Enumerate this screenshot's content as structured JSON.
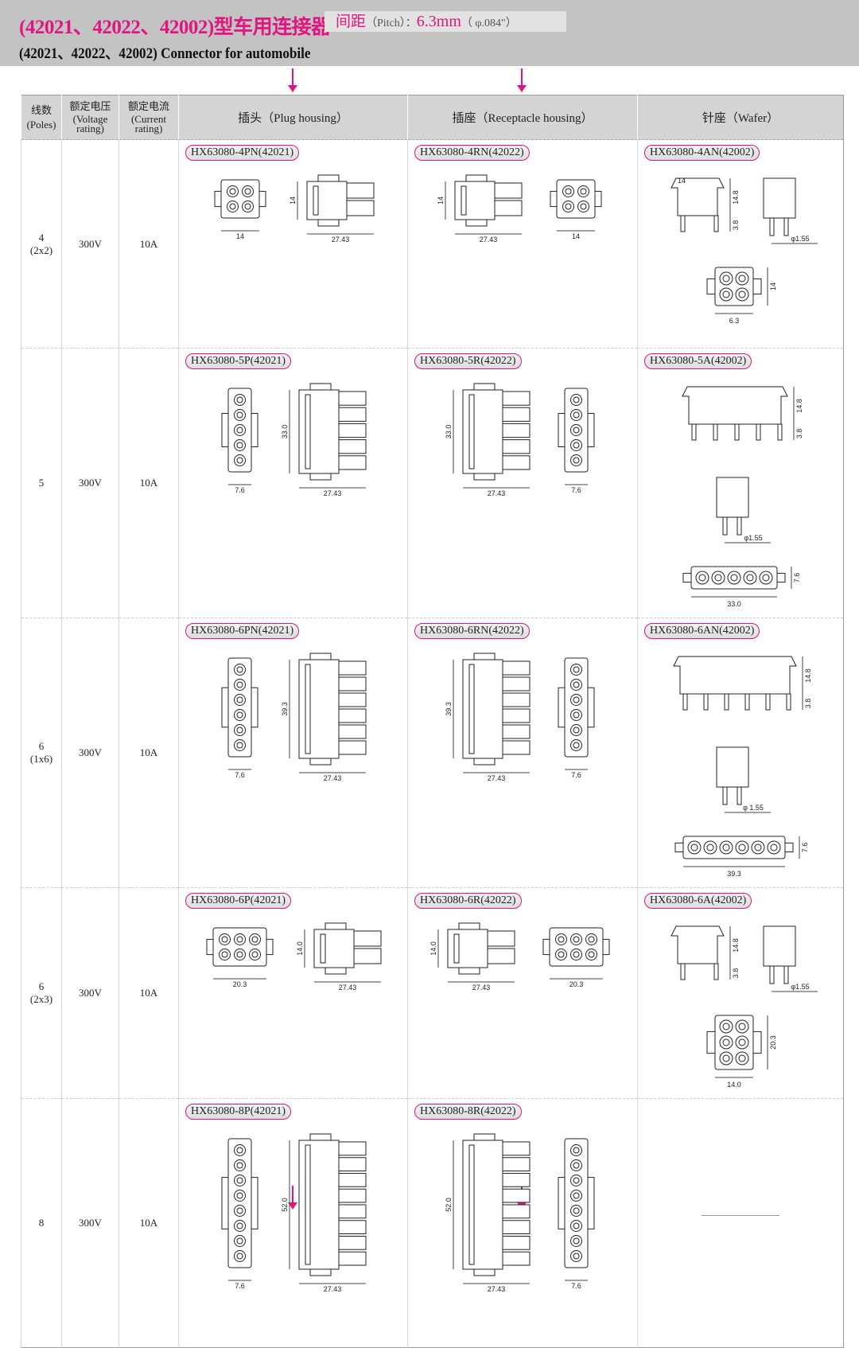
{
  "header": {
    "title_cn": "(42021、42022、42002)型车用连接器",
    "pitch_label_cn": "间距",
    "pitch_label_en": "（Pitch）：",
    "pitch_value": "6.3mm",
    "pitch_inch": "（ φ.084\"）",
    "title_en": "(42021、42022、42002) Connector for automobile"
  },
  "columns": {
    "poles": [
      "线数",
      "(Poles)"
    ],
    "voltage": [
      "额定电压",
      "(Voltage",
      "rating)"
    ],
    "current": [
      "额定电流",
      "(Current",
      "rating)"
    ],
    "plug": "插头（Plug housing）",
    "receptacle": "插座（Receptacle housing）",
    "wafer": "针座（Wafer）"
  },
  "rows": [
    {
      "poles": "4",
      "layout": "(2x2)",
      "voltage": "300V",
      "current": "10A",
      "plug": {
        "part": "HX63080-4PN(42021)",
        "cols": 2,
        "rows": 2,
        "w": "14",
        "h": "14",
        "l": "27.43"
      },
      "receptacle": {
        "part": "HX63080-4RN(42022)",
        "cols": 2,
        "rows": 2,
        "w": "14",
        "h": "14",
        "l": "27.43"
      },
      "wafer": {
        "part": "HX63080-4AN(42002)",
        "cols": 2,
        "rows": 2,
        "top_w": "14",
        "body_h": "14.8",
        "pin_h": "3.8",
        "pin_d": "φ1.55",
        "base_w": "6.3",
        "base_h": "14"
      }
    },
    {
      "poles": "5",
      "layout": "",
      "voltage": "300V",
      "current": "10A",
      "plug": {
        "part": "HX63080-5P(42021)",
        "cols": 1,
        "rows": 5,
        "w": "7.6",
        "h": "33.0",
        "l": "27.43"
      },
      "receptacle": {
        "part": "HX63080-5R(42022)",
        "cols": 1,
        "rows": 5,
        "w": "7.6",
        "h": "33.0",
        "l": "27.43"
      },
      "wafer": {
        "part": "HX63080-5A(42002)",
        "cols": 5,
        "rows": 1,
        "body_h": "14.8",
        "pin_h": "3.8",
        "pin_d": "φ1.55",
        "base_w": "33.0",
        "base_h": "7.6"
      }
    },
    {
      "poles": "6",
      "layout": "(1x6)",
      "voltage": "300V",
      "current": "10A",
      "plug": {
        "part": "HX63080-6PN(42021)",
        "cols": 1,
        "rows": 6,
        "w": "7.6",
        "h": "39.3",
        "l": "27.43"
      },
      "receptacle": {
        "part": "HX63080-6RN(42022)",
        "cols": 1,
        "rows": 6,
        "w": "7.6",
        "h": "39.3",
        "l": "27.43"
      },
      "wafer": {
        "part": "HX63080-6AN(42002)",
        "cols": 6,
        "rows": 1,
        "body_h": "14.8",
        "pin_h": "3.8",
        "pin_d": "φ 1.55",
        "base_w": "39.3",
        "base_h": "7.6"
      }
    },
    {
      "poles": "6",
      "layout": "(2x3)",
      "voltage": "300V",
      "current": "10A",
      "plug": {
        "part": "HX63080-6P(42021)",
        "cols": 3,
        "rows": 2,
        "w": "20.3",
        "h": "14.0",
        "l": "27.43"
      },
      "receptacle": {
        "part": "HX63080-6R(42022)",
        "cols": 3,
        "rows": 2,
        "w": "20.3",
        "h": "14.0",
        "l": "27.43"
      },
      "wafer": {
        "part": "HX63080-6A(42002)",
        "cols": 2,
        "rows": 3,
        "body_h": "14.8",
        "pin_h": "3.8",
        "pin_d": "φ1.55",
        "base_w": "14.0",
        "base_h": "20.3"
      }
    },
    {
      "poles": "8",
      "layout": "",
      "voltage": "300V",
      "current": "10A",
      "plug": {
        "part": "HX63080-8P(42021)",
        "cols": 1,
        "rows": 8,
        "w": "7.6",
        "h": "52.0",
        "l": "27.43"
      },
      "receptacle": {
        "part": "HX63080-8R(42022)",
        "cols": 1,
        "rows": 8,
        "w": "7.6",
        "h": "52.0",
        "l": "27.43"
      },
      "wafer": null
    }
  ],
  "colors": {
    "accent": "#e0157f",
    "band": "#c3c3c3",
    "header": "#d4d4d4"
  }
}
